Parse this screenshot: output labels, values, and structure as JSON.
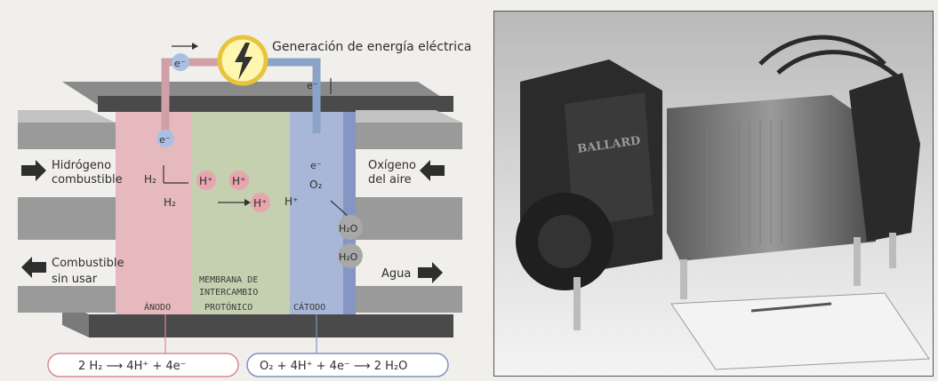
{
  "diagram": {
    "power_label": "Generación de energía eléctrica",
    "electron": "e⁻",
    "hydrogen_in": [
      "Hidrógeno",
      "combustible"
    ],
    "fuel_out": [
      "Combustible",
      "sin usar"
    ],
    "oxygen_in": [
      "Oxígeno",
      "del aire"
    ],
    "water_out": "Agua",
    "anode": "ÁNODO",
    "membrane": [
      "MEMBRANA DE",
      "INTERCAMBIO",
      "PROTÓNICO"
    ],
    "cathode": "CÁTODO",
    "h2": "H₂",
    "o2": "O₂",
    "h_plus": "H⁺",
    "h2o": "H₂O",
    "anode_equation": "2 H₂ ⟶ 4H⁺ + 4e⁻",
    "cathode_equation": "O₂ + 4H⁺ + 4e⁻ ⟶ 2 H₂O",
    "colors": {
      "anode": "#e6b9be",
      "membrane": "#c4d0b0",
      "cathode": "#a8b6d8",
      "frame": "#6f6f6f",
      "anode_eq_border": "#d98a92",
      "cathode_eq_border": "#8090c4"
    }
  },
  "photo": {
    "brand": "BALLARD"
  }
}
